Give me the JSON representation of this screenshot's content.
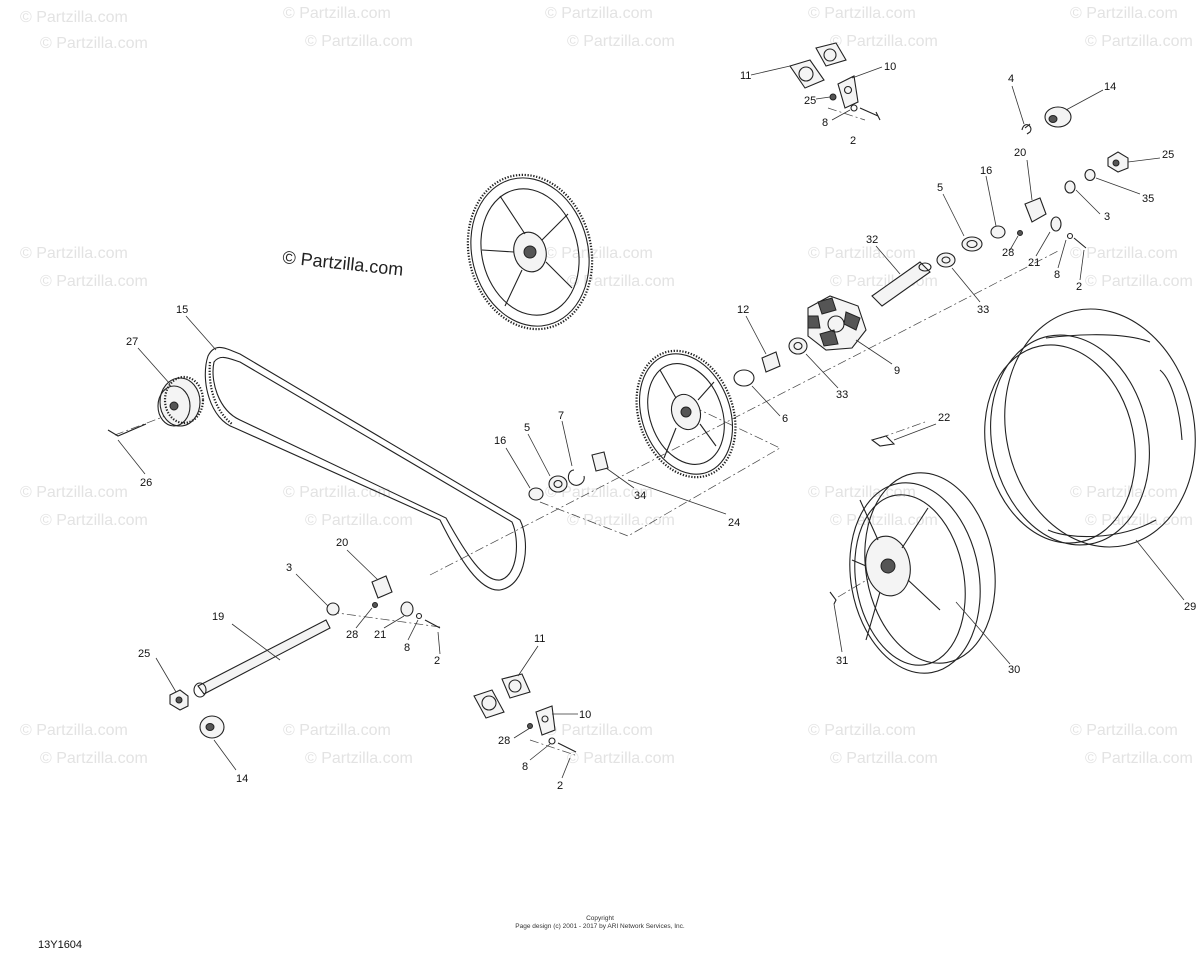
{
  "watermark": {
    "text": "© Partzilla.com"
  },
  "copyright_mark": "© Partzilla.com",
  "diagram_code": "13Y1604",
  "footer": {
    "line1": "Copyright",
    "line2": "Page design (c) 2001 - 2017 by ARI Network Services, Inc."
  },
  "callouts": [
    {
      "id": "c11a",
      "text": "11"
    },
    {
      "id": "c10a",
      "text": "10"
    },
    {
      "id": "c25a",
      "text": "25"
    },
    {
      "id": "c8a",
      "text": "8"
    },
    {
      "id": "c2a",
      "text": "2"
    },
    {
      "id": "c4",
      "text": "4"
    },
    {
      "id": "c14a",
      "text": "14"
    },
    {
      "id": "c20a",
      "text": "20"
    },
    {
      "id": "c25b",
      "text": "25"
    },
    {
      "id": "c16a",
      "text": "16"
    },
    {
      "id": "c5a",
      "text": "5"
    },
    {
      "id": "c35",
      "text": "35"
    },
    {
      "id": "c3a",
      "text": "3"
    },
    {
      "id": "c28a",
      "text": "28"
    },
    {
      "id": "c21a",
      "text": "21"
    },
    {
      "id": "c8b",
      "text": "8"
    },
    {
      "id": "c2b",
      "text": "2"
    },
    {
      "id": "c32",
      "text": "32"
    },
    {
      "id": "c33a",
      "text": "33"
    },
    {
      "id": "c12",
      "text": "12"
    },
    {
      "id": "c9",
      "text": "9"
    },
    {
      "id": "c33b",
      "text": "33"
    },
    {
      "id": "c6",
      "text": "6"
    },
    {
      "id": "c22",
      "text": "22"
    },
    {
      "id": "c15",
      "text": "15"
    },
    {
      "id": "c27",
      "text": "27"
    },
    {
      "id": "c26",
      "text": "26"
    },
    {
      "id": "c7",
      "text": "7"
    },
    {
      "id": "c5b",
      "text": "5"
    },
    {
      "id": "c16b",
      "text": "16"
    },
    {
      "id": "c34",
      "text": "34"
    },
    {
      "id": "c24",
      "text": "24"
    },
    {
      "id": "c20b",
      "text": "20"
    },
    {
      "id": "c3b",
      "text": "3"
    },
    {
      "id": "c19",
      "text": "19"
    },
    {
      "id": "c28b",
      "text": "28"
    },
    {
      "id": "c21b",
      "text": "21"
    },
    {
      "id": "c8c",
      "text": "8"
    },
    {
      "id": "c2c",
      "text": "2"
    },
    {
      "id": "c25c",
      "text": "25"
    },
    {
      "id": "c14b",
      "text": "14"
    },
    {
      "id": "c11b",
      "text": "11"
    },
    {
      "id": "c10b",
      "text": "10"
    },
    {
      "id": "c28c",
      "text": "28"
    },
    {
      "id": "c8d",
      "text": "8"
    },
    {
      "id": "c2d",
      "text": "2"
    },
    {
      "id": "c31",
      "text": "31"
    },
    {
      "id": "c30",
      "text": "30"
    },
    {
      "id": "c29",
      "text": "29"
    }
  ]
}
